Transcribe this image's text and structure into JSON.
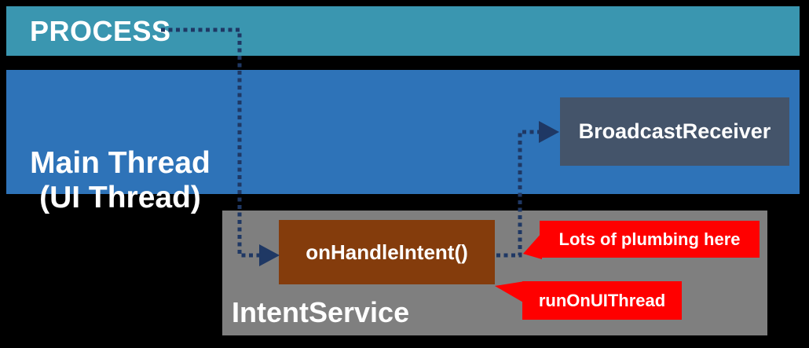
{
  "process_bar": {
    "label": "PROCESS"
  },
  "main_thread_bar": {
    "label_line1": "Main Thread",
    "label_line2": "(UI Thread)"
  },
  "broadcast_receiver": {
    "label": "BroadcastReceiver"
  },
  "intent_service": {
    "label": "IntentService"
  },
  "on_handle_intent": {
    "label": "onHandleIntent()"
  },
  "callouts": {
    "plumbing": "Lots of plumbing here",
    "run_on_ui_thread": "runOnUIThread"
  },
  "colors": {
    "background": "#000000",
    "process_bar": "#3A96B0",
    "main_thread_bar": "#2E73B8",
    "broadcast_receiver_box": "#44546A",
    "intent_service_box": "#7F7F7F",
    "on_handle_intent_box": "#843C0C",
    "callout": "#FF0000",
    "connector": "#1F3864",
    "text": "#FFFFFF"
  }
}
